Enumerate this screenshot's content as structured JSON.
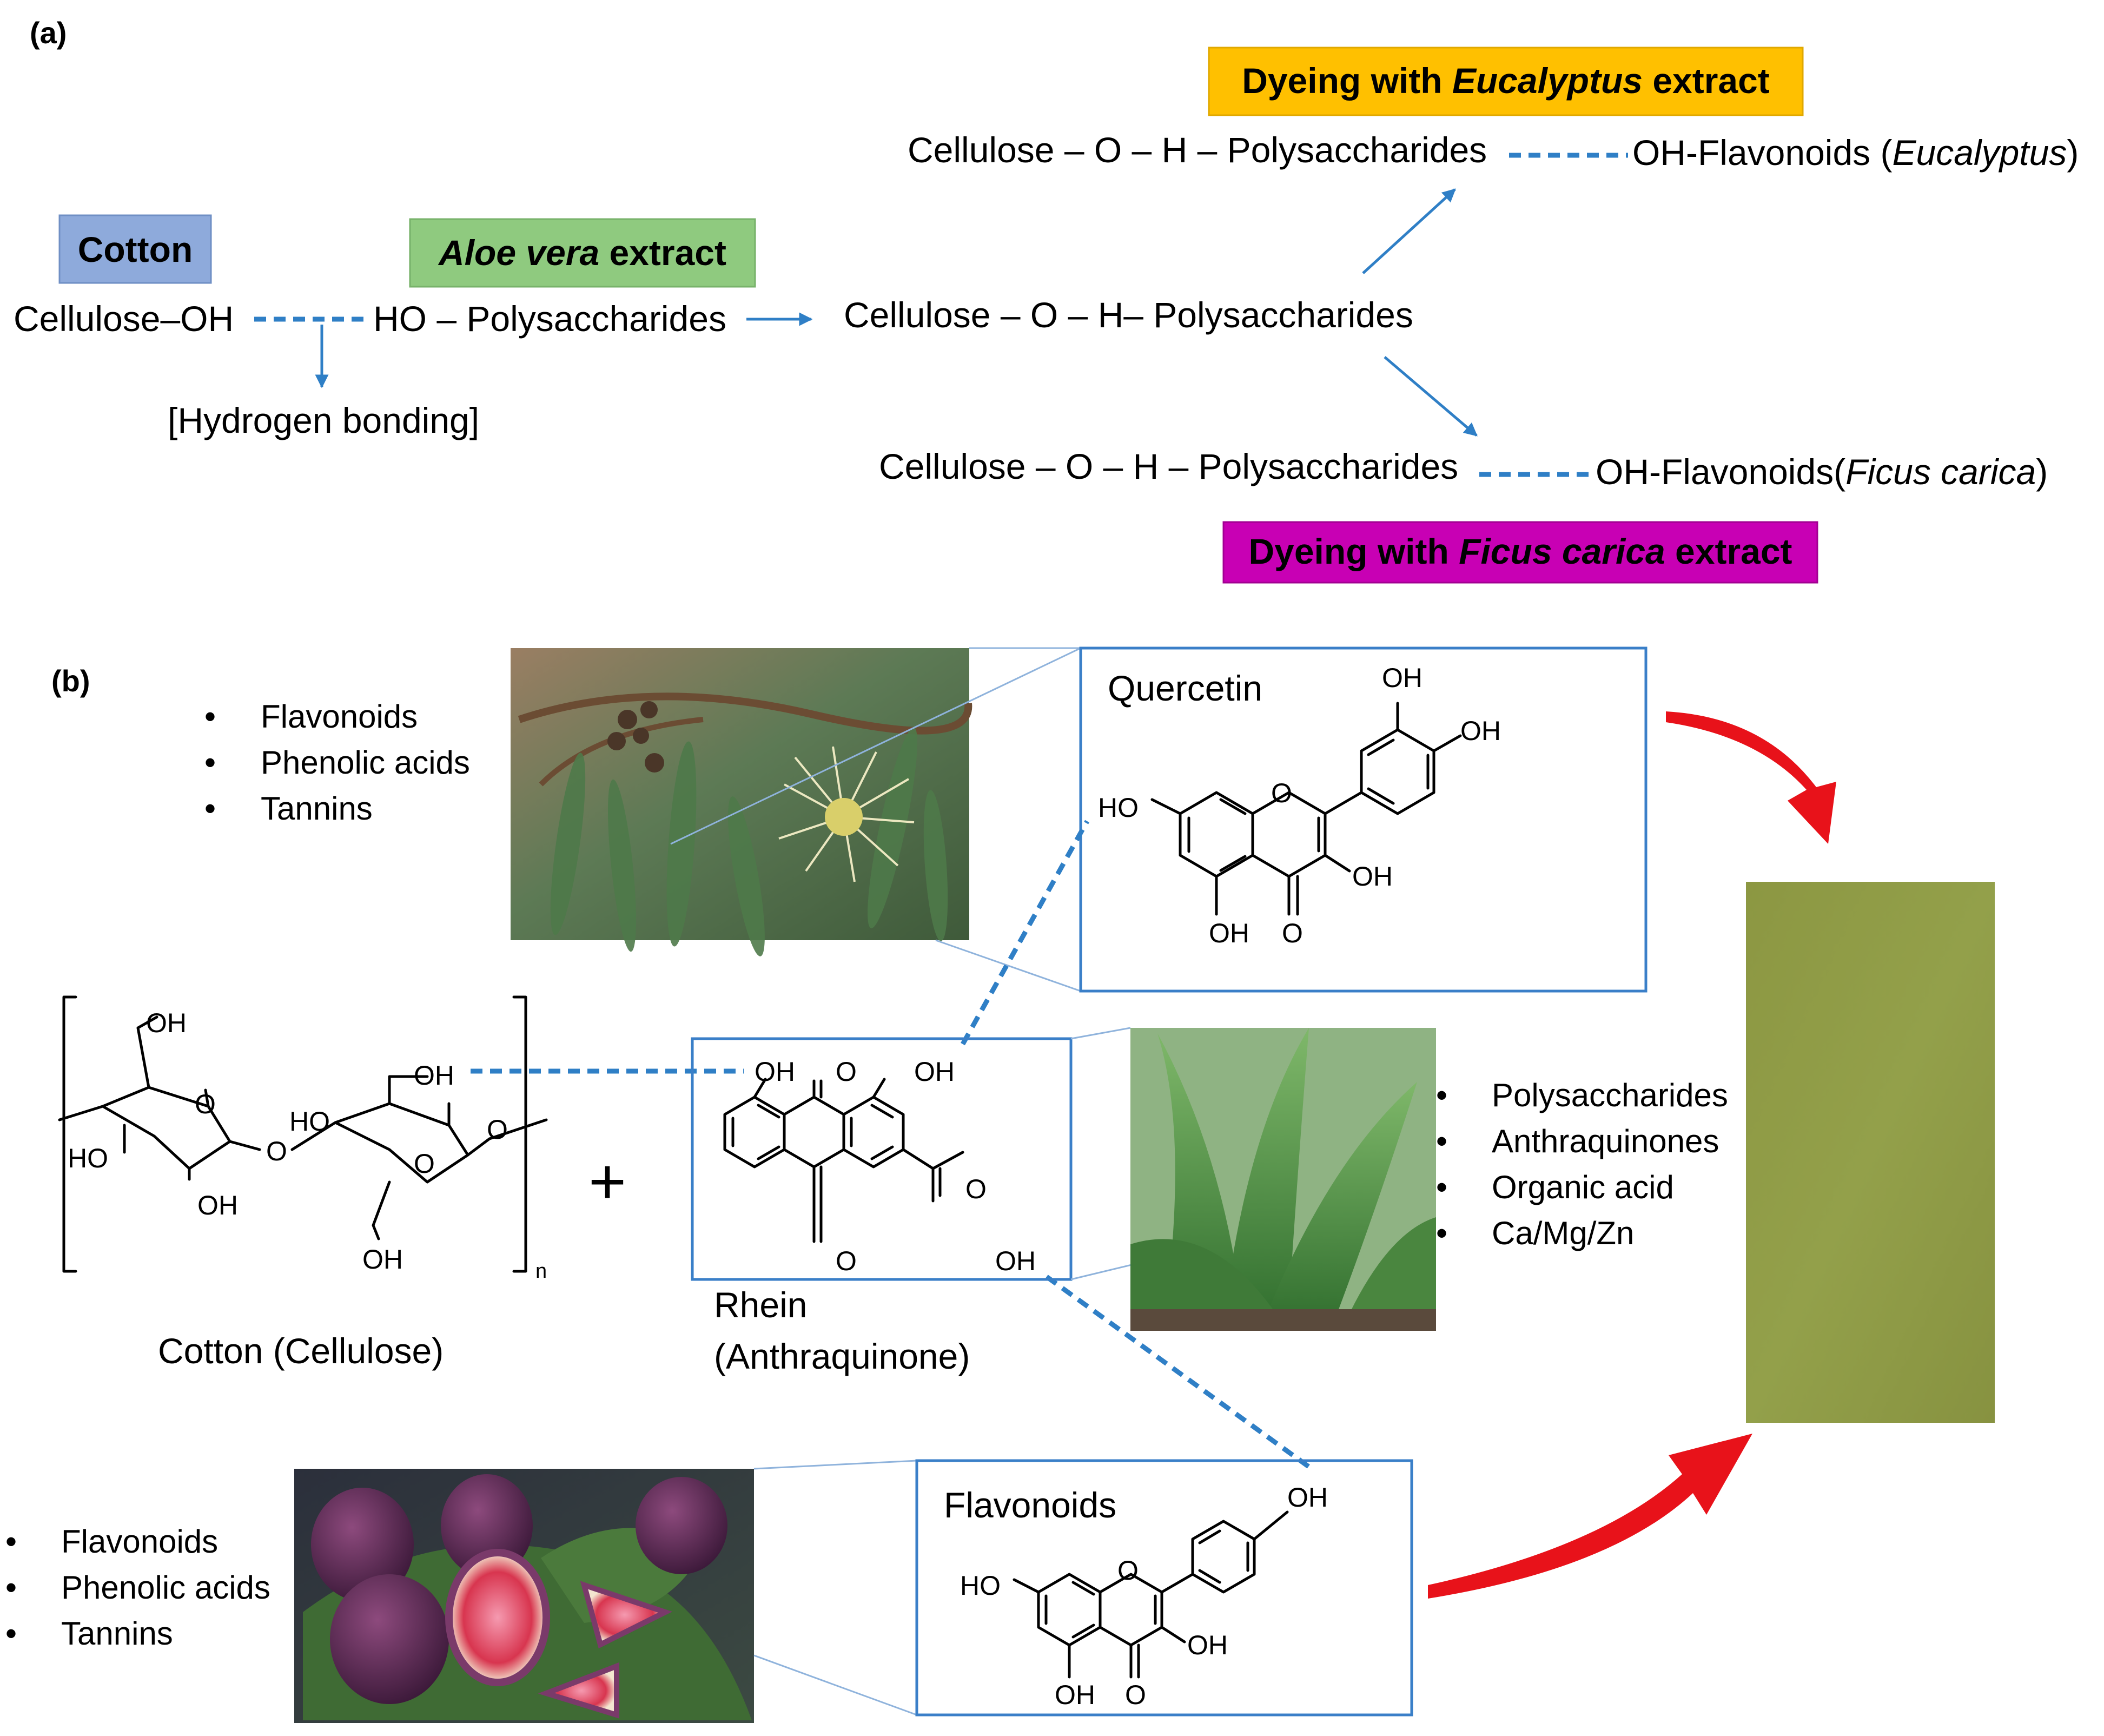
{
  "panel_a": {
    "label": "(a)",
    "cotton_tag": "Cotton",
    "aloe_tag_italic": "Aloe vera",
    "aloe_tag_rest": " extract",
    "cellulose_oh": "Cellulose–OH",
    "ho_polysaccharides": "HO – Polysaccharides",
    "hydrogen_bonding": "[Hydrogen bonding]",
    "center_complex": "Cellulose – O – H– Polysaccharides",
    "euc_tag_pre": "Dyeing with ",
    "euc_tag_italic": "Eucalyptus",
    "euc_tag_post": " extract",
    "euc_complex": "Cellulose – O – H – Polysaccharides",
    "euc_flav_pre": "OH-Flavonoids (",
    "euc_flav_italic": "Eucalyptus",
    "euc_flav_post": ")",
    "fig_complex": "Cellulose – O – H – Polysaccharides",
    "fig_flav_pre": "OH-Flavonoids(",
    "fig_flav_italic": "Ficus carica",
    "fig_flav_post": ")",
    "fig_tag_pre": "Dyeing with ",
    "fig_tag_italic": "Ficus carica",
    "fig_tag_post": " extract",
    "colors": {
      "cotton_tag": "#8eaadb",
      "aloe_tag": "#8fca7f",
      "eucalyptus_tag": "#ffc000",
      "ficus_tag": "#c800b4",
      "hydrogen_bond": "#2f7fc6"
    }
  },
  "panel_b": {
    "label": "(b)",
    "eucalyptus_list": [
      "Flavonoids",
      "Phenolic acids",
      "Tannins"
    ],
    "aloe_list": [
      "Polysaccharides",
      "Anthraquinones",
      "Organic acid",
      "Ca/Mg/Zn"
    ],
    "fig_list": [
      "Flavonoids",
      "Phenolic acids",
      "Tannins"
    ],
    "quercetin_title": "Quercetin",
    "flavonoids_title": "Flavonoids",
    "rhein_line1": "Rhein",
    "rhein_line2": "(Anthraquinone)",
    "cotton_caption": "Cotton (Cellulose)",
    "plus": "+",
    "subscript_n": "n",
    "atoms": {
      "oh": "OH",
      "ho": "HO",
      "o": "O"
    },
    "dyed_fabric_color": "#8f9a45",
    "arrow_color": "#e8121a"
  }
}
